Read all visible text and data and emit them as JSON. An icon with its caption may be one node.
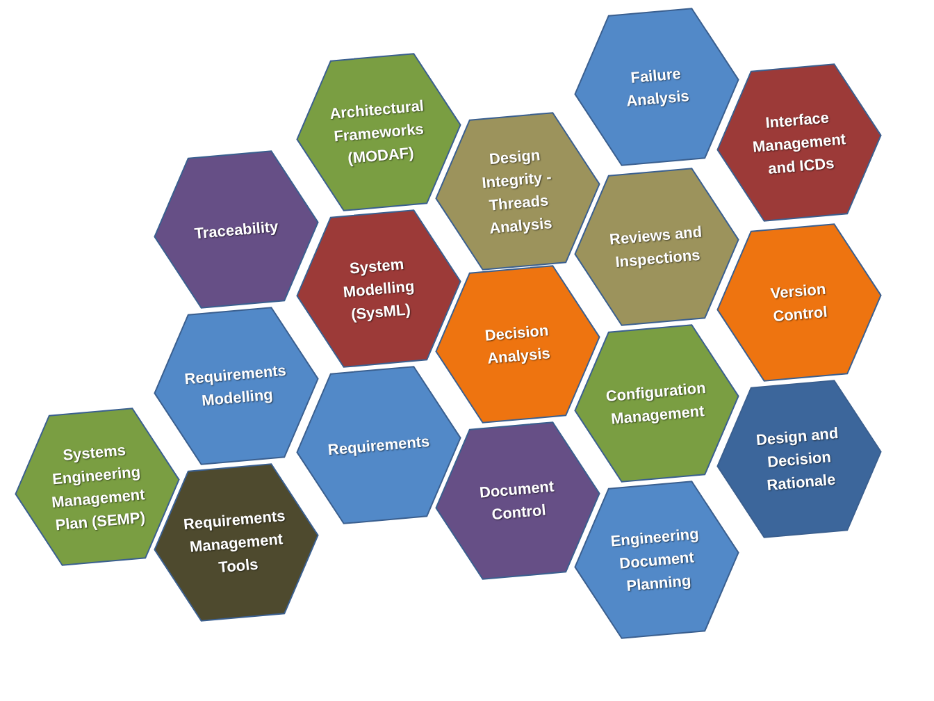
{
  "diagram": {
    "nodes": [
      {
        "text": [
          "Failure Analysis"
        ]
      },
      {
        "text": [
          "Architectural Frameworks (MODAF)"
        ]
      },
      {
        "text": [
          "Interface Management and ICDs"
        ]
      },
      {
        "text": [
          "Design Integrity - Threads Analysis"
        ]
      },
      {
        "text": [
          "Traceability"
        ]
      },
      {
        "text": [
          "Reviews and Inspections"
        ]
      },
      {
        "text": [
          "System Modelling (SysML)"
        ]
      },
      {
        "text": [
          "Version Control"
        ]
      },
      {
        "text": [
          "Decision Analysis"
        ]
      },
      {
        "text": [
          "Requirements Modelling"
        ]
      },
      {
        "text": [
          "Configuration Management"
        ]
      },
      {
        "text": [
          "Requirements"
        ]
      },
      {
        "text": [
          "Design and Decision Rationale"
        ]
      },
      {
        "text": [
          "Systems Engineering Management Plan (SEMP)"
        ]
      },
      {
        "text": [
          "Document Control"
        ]
      },
      {
        "text": [
          "Requirements Management Tools"
        ]
      },
      {
        "text": [
          "Engineering Document Planning"
        ]
      }
    ]
  }
}
